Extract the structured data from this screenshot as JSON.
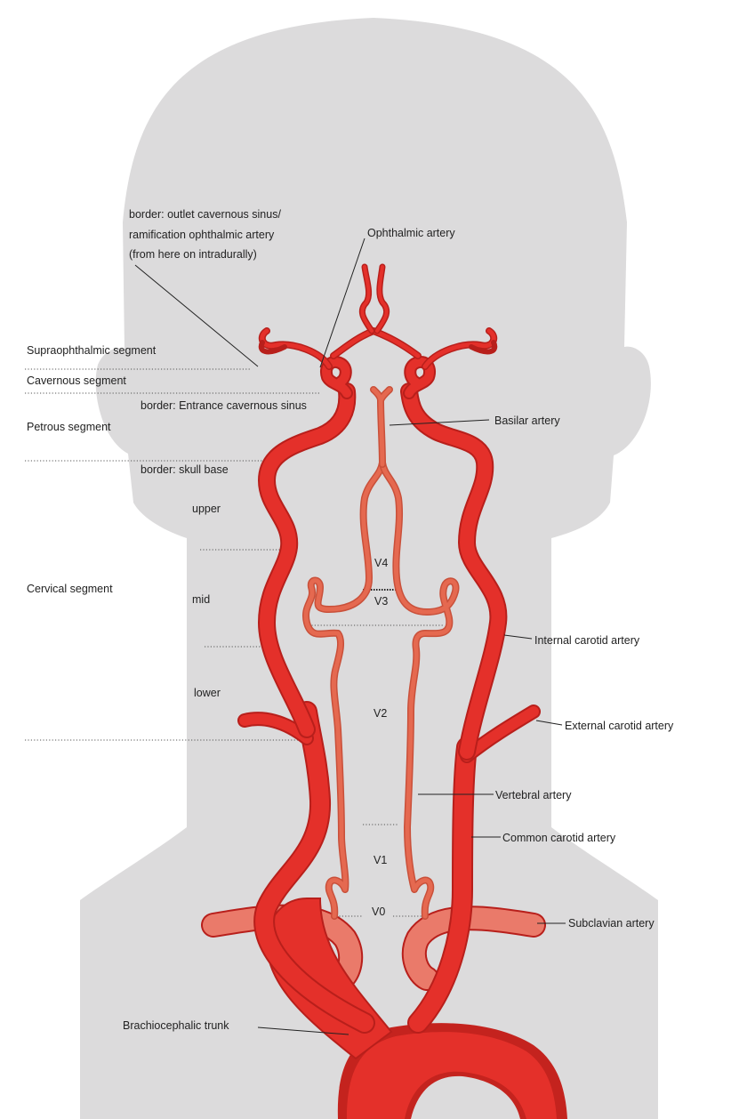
{
  "labels": {
    "border_outlet_line1": "border: outlet cavernous sinus/",
    "border_outlet_line2": "ramification ophthalmic artery",
    "border_outlet_line3": "(from here on intradurally)",
    "ophthalmic_artery": "Ophthalmic artery",
    "supraophthalmic_segment": "Supraophthalmic  segment",
    "cavernous_segment": "Cavernous segment",
    "border_entrance_cavernous_sinus": "border: Entrance cavernous sinus",
    "basilar_artery": "Basilar artery",
    "petrous_segment": "Petrous segment",
    "border_skull_base": "border: skull base",
    "upper": "upper",
    "cervical_segment": "Cervical segment",
    "mid": "mid",
    "lower": "lower",
    "v4": "V4",
    "v3": "V3",
    "v2": "V2",
    "v1": "V1",
    "v0": "V0",
    "internal_carotid_artery": "Internal carotid artery",
    "external_carotid_artery": "External carotid artery",
    "vertebral_artery": "Vertebral artery",
    "common_carotid_artery": "Common carotid artery",
    "subclavian_artery": "Subclavian artery",
    "brachiocephalic_trunk": "Brachiocephalic trunk"
  },
  "colors": {
    "head_silhouette": "#dcdbdc",
    "artery_red": "#e4302a",
    "artery_dark": "#b81f1b",
    "vertebral_salmon": "#e56950",
    "vertebral_dark": "#c9503a",
    "label_text": "#222222"
  }
}
